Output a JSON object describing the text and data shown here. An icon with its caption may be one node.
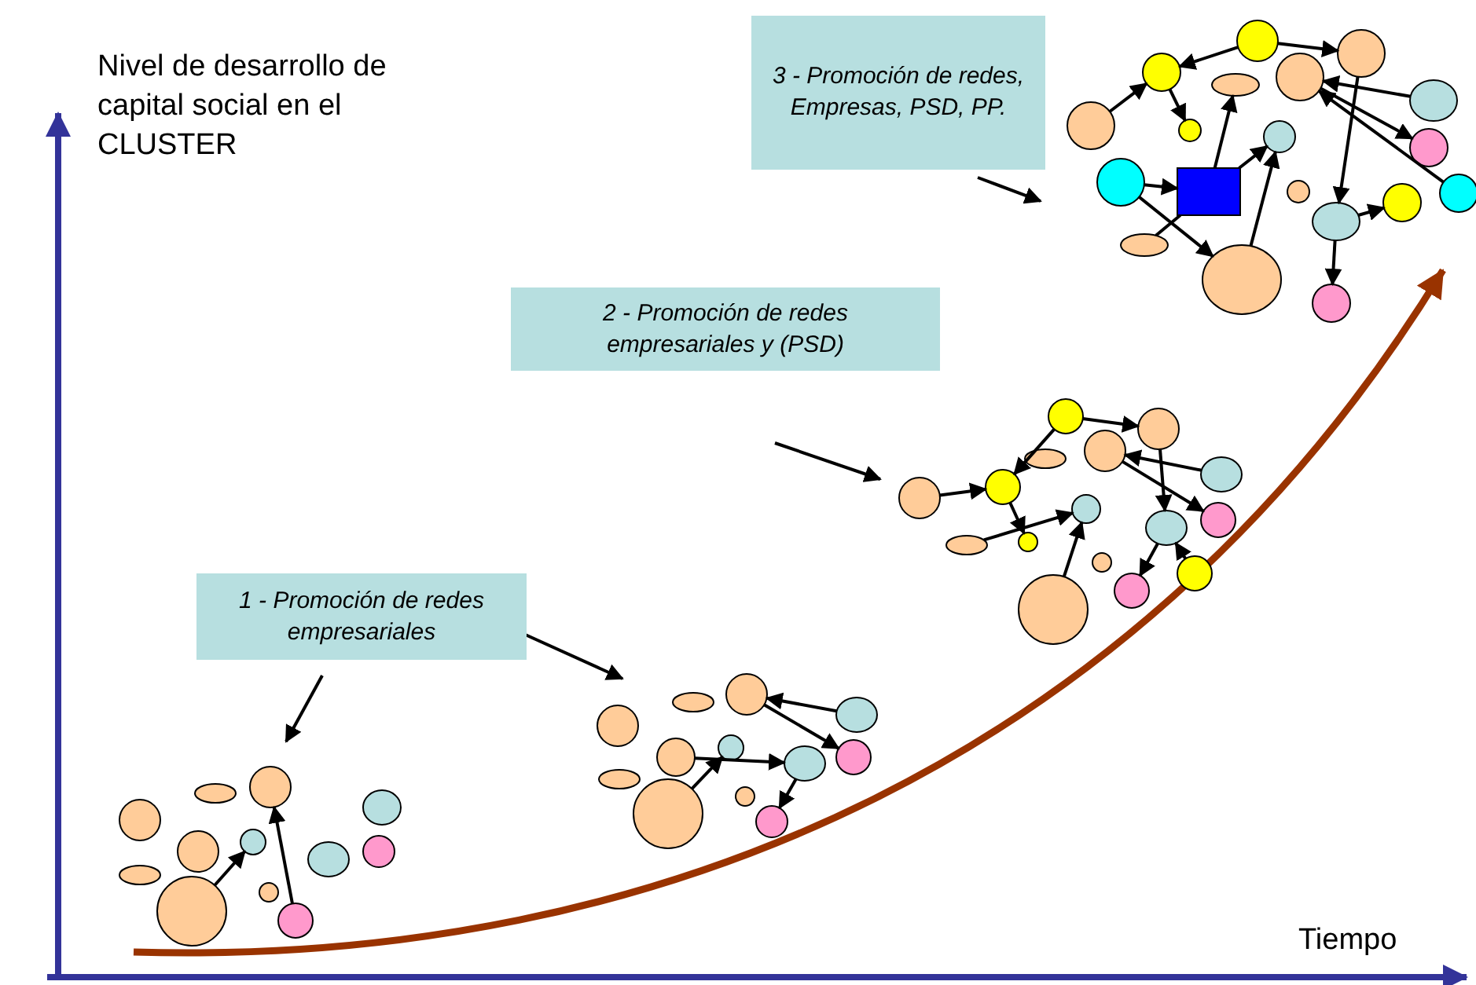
{
  "diagram": {
    "nodes": [
      {
        "text": [
          "3 - Promoción de redes, Empresas, PSD, PP."
        ]
      },
      {
        "text": [],
        "shape": "circle"
      },
      {
        "text": [],
        "shape": "circle"
      },
      {
        "text": [],
        "shape": "circle"
      },
      {
        "text": [],
        "shape": "circle"
      },
      {
        "text": [],
        "shape": "circle"
      },
      {
        "text": [],
        "shape": "ellipse"
      },
      {
        "text": [],
        "shape": "circle"
      },
      {
        "text": [],
        "shape": "circle"
      },
      {
        "text": [],
        "shape": "circle"
      },
      {
        "text": [],
        "shape": "circle"
      },
      {
        "text": [],
        "shape": "box"
      },
      {
        "text": [],
        "shape": "circle"
      },
      {
        "text": [],
        "shape": "circle"
      },
      {
        "text": [],
        "shape": "circle"
      },
      {
        "text": [],
        "shape": "circle"
      },
      {
        "text": [],
        "shape": "ellipse"
      },
      {
        "text": [],
        "shape": "circle"
      },
      {
        "text": [],
        "shape": "circle"
      },
      {
        "text": [
          "2 - Promoción de redes empresariales y  (PSD)"
        ]
      },
      {
        "text": [],
        "shape": "circle"
      },
      {
        "text": [],
        "shape": "circle"
      },
      {
        "text": [],
        "shape": "circle"
      },
      {
        "text": [],
        "shape": "circle"
      },
      {
        "text": [],
        "shape": "circle"
      },
      {
        "text": [],
        "shape": "circle"
      },
      {
        "text": [],
        "shape": "circle"
      },
      {
        "text": [],
        "shape": "ellipse"
      },
      {
        "text": [],
        "shape": "circle"
      },
      {
        "text": [],
        "shape": "circle"
      },
      {
        "text": [],
        "shape": "circle"
      },
      {
        "text": [],
        "shape": "circle"
      },
      {
        "text": [],
        "shape": "circle"
      },
      {
        "text": [],
        "shape": "circle"
      },
      {
        "text": [
          "1 - Promoción de redes empresariales"
        ]
      },
      {
        "text": [],
        "shape": "circle"
      },
      {
        "text": [],
        "shape": "circle"
      },
      {
        "text": [],
        "shape": "circle"
      },
      {
        "text": [],
        "shape": "circle"
      },
      {
        "text": [],
        "shape": "circle"
      },
      {
        "text": [],
        "shape": "circle"
      },
      {
        "text": [],
        "shape": "circle"
      },
      {
        "text": [],
        "shape": "circle"
      },
      {
        "text": [],
        "shape": "circle"
      },
      {
        "text": [],
        "shape": "circle"
      },
      {
        "text": [],
        "shape": "circle"
      },
      {
        "text": [],
        "shape": "circle"
      }
    ],
    "edges": [
      {
        "from": 1,
        "to": 2,
        "arrow": "to"
      },
      {
        "from": 1,
        "to": 3,
        "arrow": "to"
      },
      {
        "from": 4,
        "to": 2,
        "arrow": "to"
      },
      {
        "from": 2,
        "to": 5,
        "arrow": "to"
      },
      {
        "from": 10,
        "to": 11,
        "arrow": "to"
      },
      {
        "from": 10,
        "to": 17,
        "arrow": "to"
      },
      {
        "from": 16,
        "to": 11,
        "arrow": "none"
      },
      {
        "from": 11,
        "to": 6,
        "arrow": "to"
      },
      {
        "from": 11,
        "to": 12,
        "arrow": "to"
      },
      {
        "from": 17,
        "to": 12,
        "arrow": "to"
      },
      {
        "from": 3,
        "to": 14,
        "arrow": "to"
      },
      {
        "from": 8,
        "to": 7,
        "arrow": "to"
      },
      {
        "from": 7,
        "to": 9,
        "arrow": "to"
      },
      {
        "from": 13,
        "to": 7,
        "arrow": "to"
      },
      {
        "from": 14,
        "to": 15,
        "arrow": "to"
      },
      {
        "from": 14,
        "to": 18,
        "arrow": "to"
      },
      {
        "from": 20,
        "to": 22,
        "arrow": "to"
      },
      {
        "from": 20,
        "to": 21,
        "arrow": "to"
      },
      {
        "from": 23,
        "to": 22,
        "arrow": "to"
      },
      {
        "from": 22,
        "to": 28,
        "arrow": "to"
      },
      {
        "from": 27,
        "to": 29,
        "arrow": "to"
      },
      {
        "from": 33,
        "to": 29,
        "arrow": "to"
      },
      {
        "from": 21,
        "to": 30,
        "arrow": "to"
      },
      {
        "from": 25,
        "to": 24,
        "arrow": "to"
      },
      {
        "from": 24,
        "to": 26,
        "arrow": "to"
      },
      {
        "from": 31,
        "to": 30,
        "arrow": "to"
      },
      {
        "from": 30,
        "to": 32,
        "arrow": "to"
      },
      {
        "from": 36,
        "to": 35,
        "arrow": "to"
      },
      {
        "from": 35,
        "to": 37,
        "arrow": "to"
      },
      {
        "from": 38,
        "to": 40,
        "arrow": "to"
      },
      {
        "from": 41,
        "to": 39,
        "arrow": "to"
      },
      {
        "from": 40,
        "to": 42,
        "arrow": "to"
      },
      {
        "from": 45,
        "to": 43,
        "arrow": "to"
      },
      {
        "from": 46,
        "to": 44,
        "arrow": "to"
      }
    ],
    "labels": [
      "Nivel de desarrollo de capital social en el CLUSTER",
      "Tiempo"
    ]
  }
}
